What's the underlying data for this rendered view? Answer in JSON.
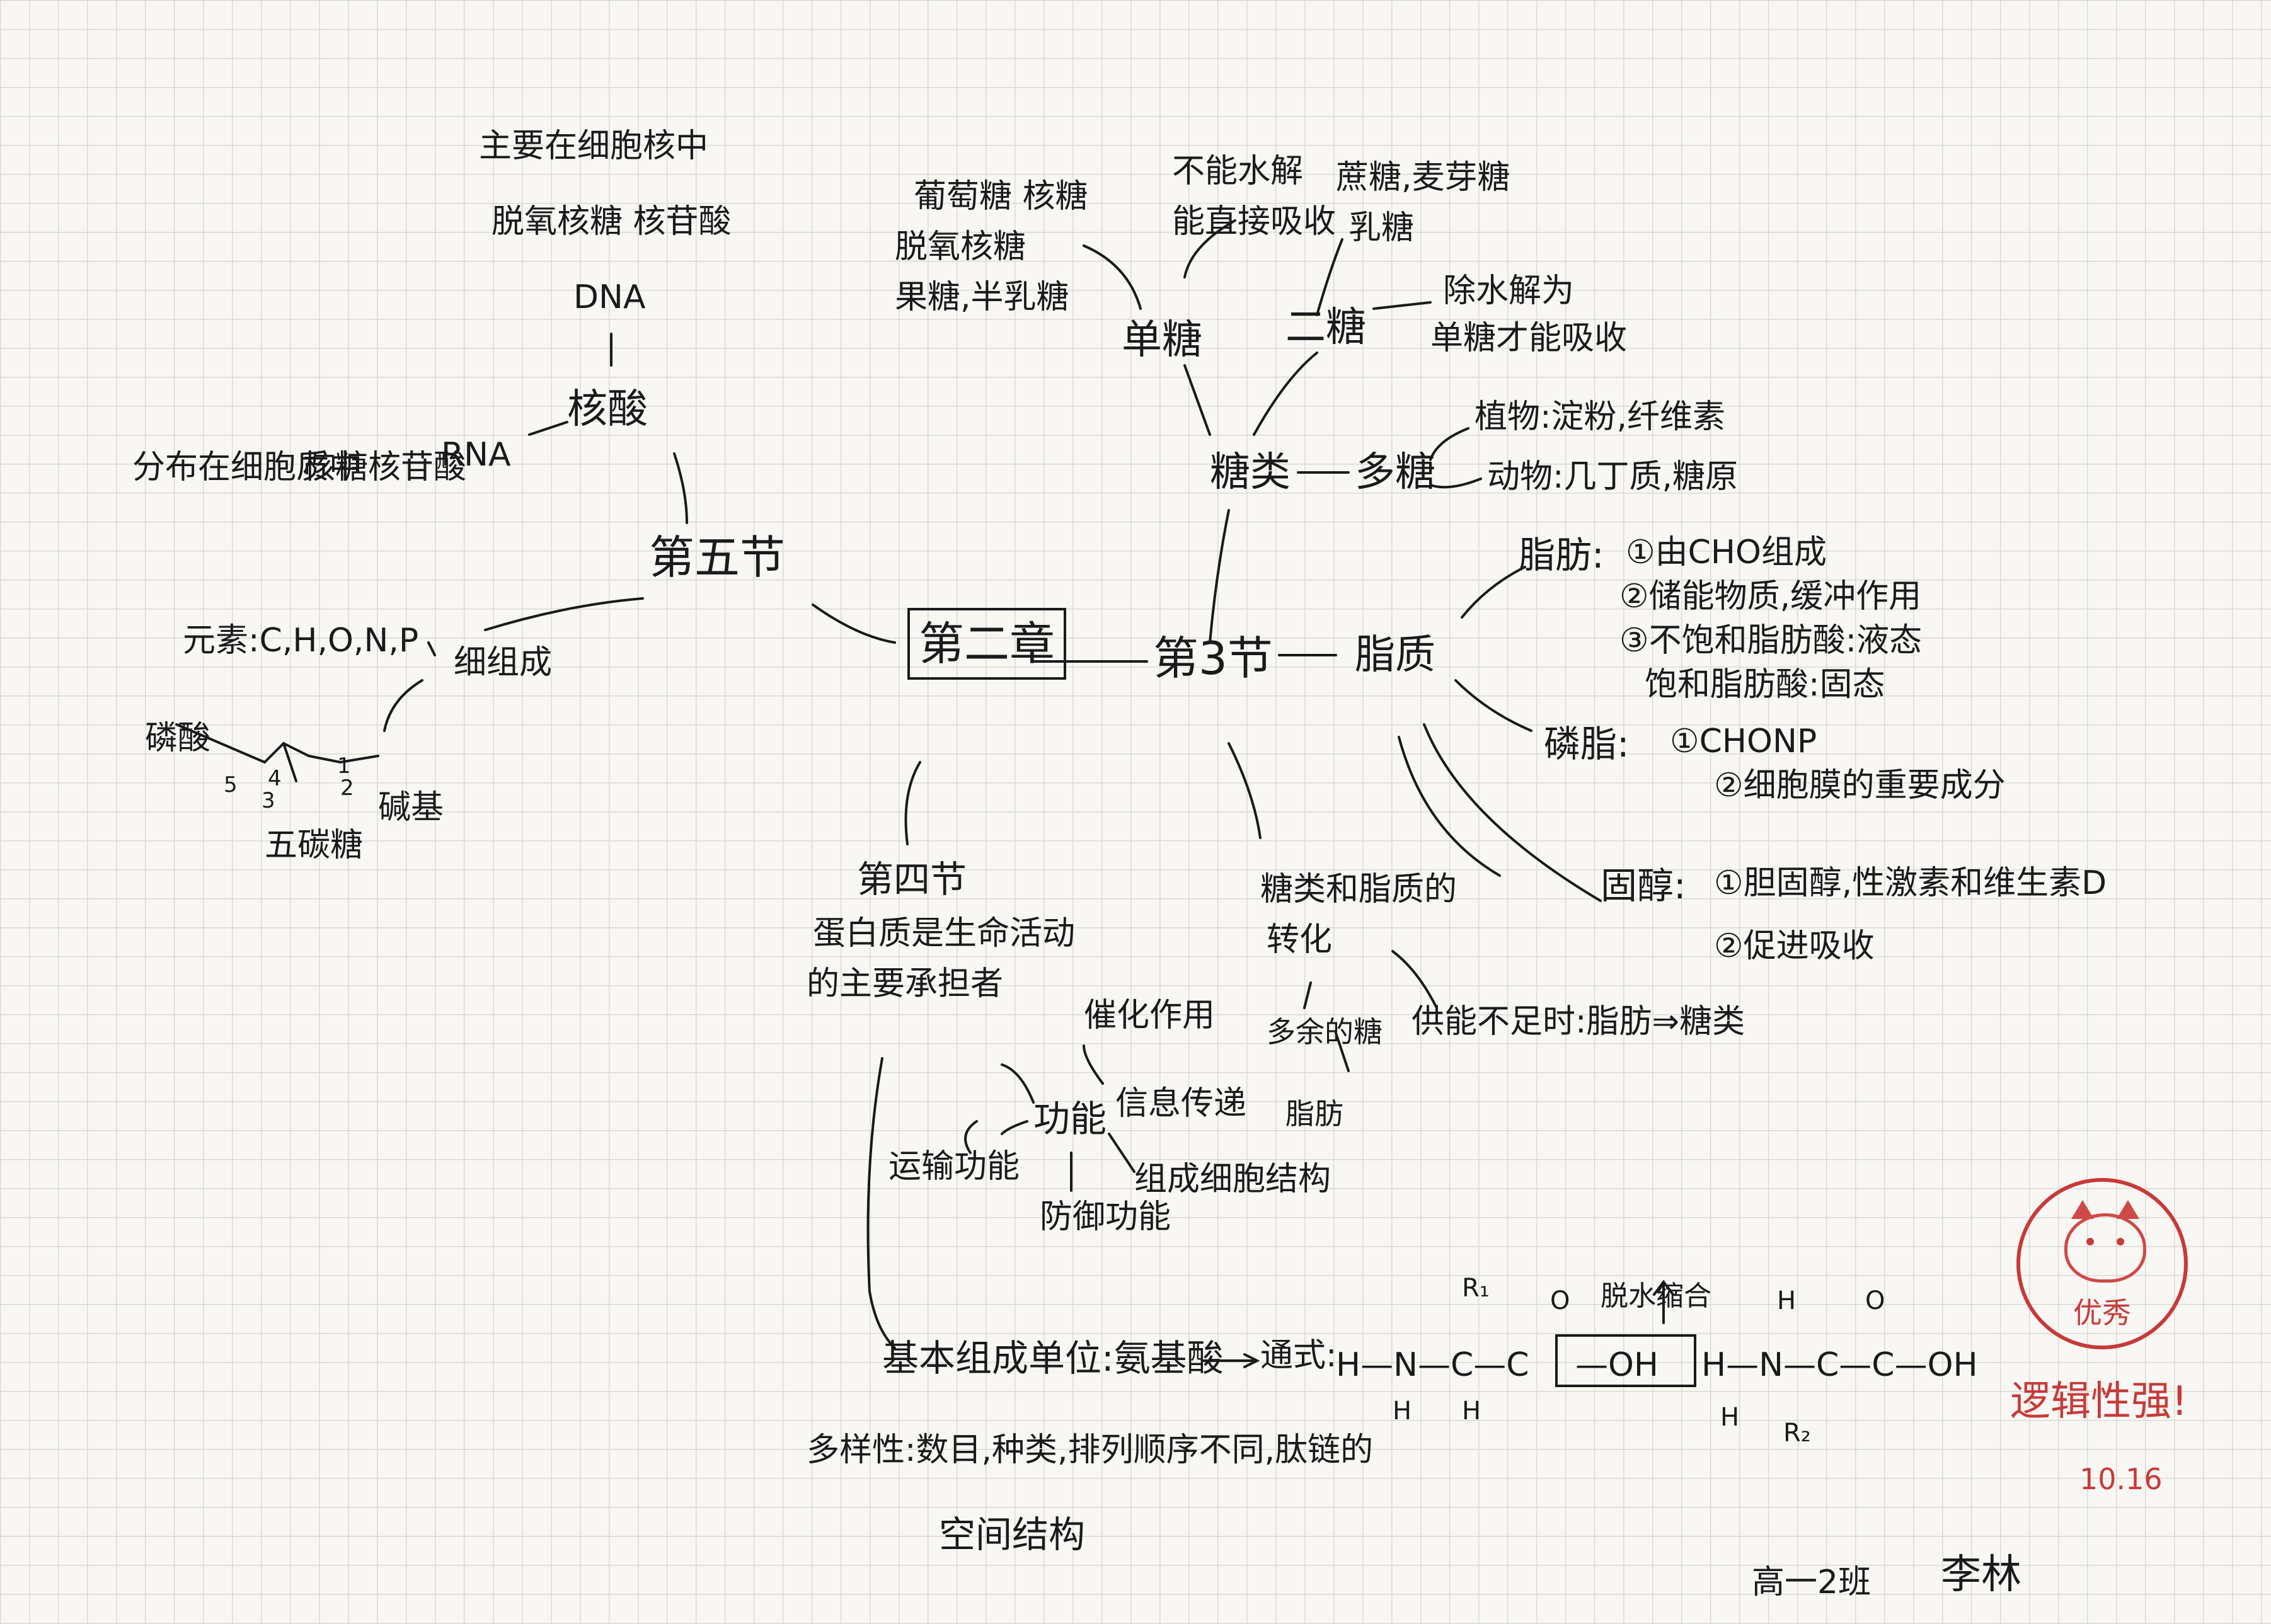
{
  "center": {
    "title": "第二章"
  },
  "section_5": {
    "title": "第五节",
    "nucleic_acid": "核酸",
    "dna_location": "主要在细胞核中",
    "dna_components": "脱氧核糖 核苷酸",
    "dna": "DNA",
    "rna": "RNA",
    "rna_location": "分布在细胞质中",
    "rna_components": "核糖核苷酸",
    "elements": "元素:C,H,O,N,P",
    "structure": "细组成",
    "phosphate": "磷酸",
    "base": "碱基",
    "pentose": "五碳糖",
    "carbon_numbers": [
      "5",
      "4",
      "3",
      "2",
      "1"
    ]
  },
  "section_3": {
    "title": "第3节",
    "sugars": "糖类",
    "monosaccharide": "单糖",
    "mono_examples": [
      "葡萄糖 核糖",
      "脱氧核糖",
      "果糖,半乳糖"
    ],
    "disaccharide": "二糖",
    "di_examples": [
      "蔗糖,麦芽糖",
      "乳糖"
    ],
    "di_note_top": [
      "不能水解",
      "能直接吸收"
    ],
    "di_note_right": [
      "除水解为",
      "单糖才能吸收"
    ],
    "polysaccharide": "多糖",
    "poly_plant": "植物:淀粉,纤维素",
    "poly_animal": "动物:几丁质,糖原",
    "lipids": "脂质",
    "fat": "脂肪:",
    "fat_points": [
      "①由CHO组成",
      "②储能物质,缓冲作用",
      "③不饱和脂肪酸:液态",
      "饱和脂肪酸:固态"
    ],
    "phospholipid": "磷脂:",
    "phospholipid_points": [
      "①CHONP",
      "②细胞膜的重要成分"
    ],
    "sterol": "固醇:",
    "sterol_points": [
      "①胆固醇,性激素和维生素D",
      "②促进吸收"
    ],
    "conversion_title": [
      "糖类和脂质的",
      "转化"
    ],
    "conversion_a": "多余的糖",
    "conversion_b": "脂肪",
    "conversion_c": "供能不足时:脂肪⇒糖类"
  },
  "section_4": {
    "title": "第四节",
    "subtitle": [
      "蛋白质是生命活动",
      "的主要承担者"
    ],
    "function": "功能",
    "catalysis": "催化作用",
    "info_transfer": "信息传递",
    "transport": "运输功能",
    "immunity": "防御功能",
    "structural": "组成细胞结构",
    "basic_unit": "基本组成单位:氨基酸",
    "formula_label": "通式:",
    "dehydration": "脱水缩合",
    "diversity": "多样性:数目,种类,排列顺序不同,肽链的",
    "spatial": "空间结构",
    "formula_left": "H—N—C—C",
    "formula_oh": "—OH",
    "formula_h": "H",
    "formula_r1": "R₁",
    "formula_o": "O",
    "formula_right": "H—N—C—C—OH",
    "formula_r2": "R₂"
  },
  "footer": {
    "class": "高一2班",
    "name": "李林",
    "comment": "逻辑性强!",
    "date": "10.16",
    "stamp_text": "优秀"
  },
  "colors": {
    "ink": "#1a1a1c",
    "stamp": "#c73a3a",
    "grid": "#dcdad3"
  }
}
